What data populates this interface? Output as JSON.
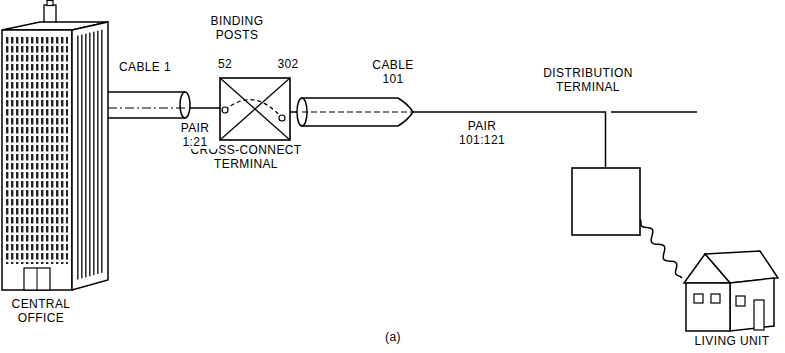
{
  "diagram": {
    "nodes": [
      {
        "text": [
          "CENTRAL OFFICE"
        ]
      },
      {
        "text": [
          "CROSS-CONNECT TERMINAL"
        ]
      },
      {
        "text": [
          "DISTRIBUTION TERMINAL"
        ]
      },
      {
        "text": [
          "LIVING UNIT"
        ]
      }
    ],
    "edges": [
      {
        "from": 0,
        "to": 1,
        "arrow": "none",
        "label": "PAIR 1:21"
      },
      {
        "from": 1,
        "to": 2,
        "arrow": "none",
        "label": "PAIR 101:121"
      },
      {
        "from": 2,
        "to": 3,
        "arrow": "none"
      }
    ],
    "labels": [
      "CABLE 1",
      "BINDING POSTS",
      "52",
      "302",
      "CABLE 101",
      "(a)"
    ]
  }
}
